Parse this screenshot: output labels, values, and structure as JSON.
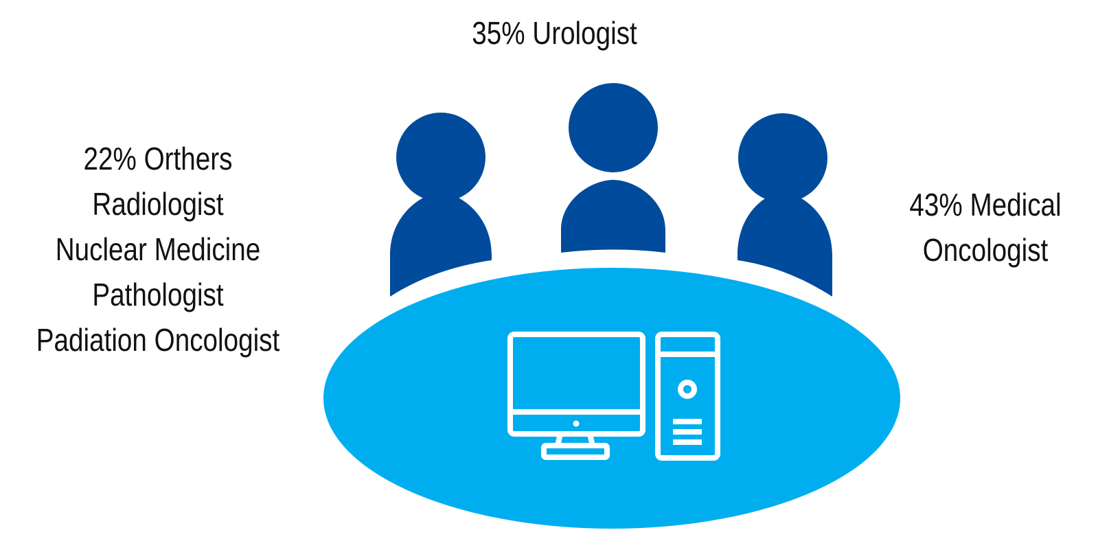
{
  "labels": {
    "urologist": "35% Urologist",
    "others": [
      "22% Orthers",
      "Radiologist",
      "Nuclear Medicine",
      "Pathologist",
      "Padiation Oncologist"
    ],
    "medical_oncologist": [
      "43% Medical",
      "Oncologist"
    ]
  },
  "icons": [
    "person-icon",
    "person-icon",
    "person-icon",
    "computer-monitor-icon",
    "computer-tower-icon"
  ],
  "colors": {
    "person": "#004b9b",
    "table": "#00aeef",
    "computer_outline": "#ffffff",
    "text": "#111111"
  }
}
